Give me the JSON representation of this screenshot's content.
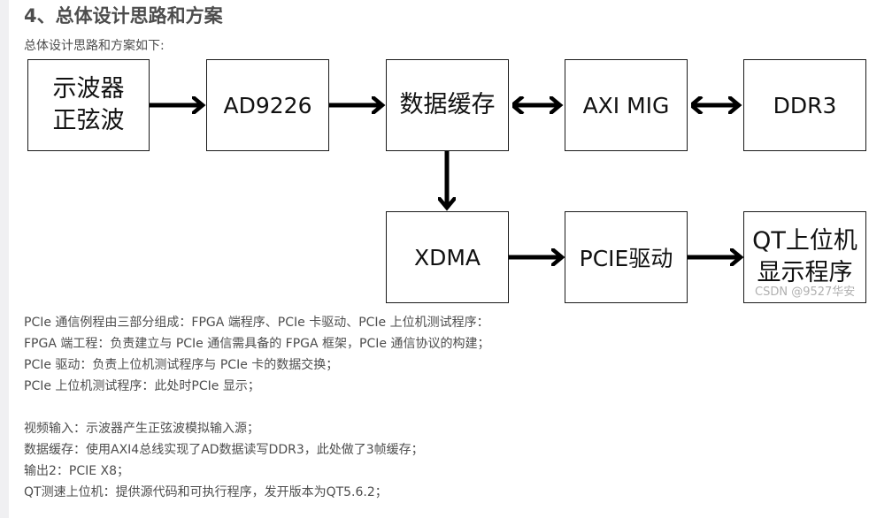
{
  "heading": "4、总体设计思路和方案",
  "intro": "总体设计思路和方案如下:",
  "diagram": {
    "boxes": {
      "oscilloscope": "示波器\n正弦波",
      "ad9226": "AD9226",
      "data_cache": "数据缓存",
      "axi_mig": "AXI MIG",
      "ddr3": "DDR3",
      "xdma": "XDMA",
      "pcie_driver": "PCIE驱动",
      "qt_host": "QT上位机\n显示程序"
    },
    "watermark": "CSDN @9527华安"
  },
  "section1": [
    "PCIe 通信例程由三部分组成：FPGA 端程序、PCIe 卡驱动、PCIe 上位机测试程序：",
    "FPGA 端工程：负责建立与 PCIe 通信需具备的 FPGA 框架，PCIe 通信协议的构建；",
    "PCIe 驱动：负责上位机测试程序与 PCIe 卡的数据交换；",
    "PCIe 上位机测试程序：此处时PCIe 显示；"
  ],
  "section2": [
    "视频输入：示波器产生正弦波模拟输入源；",
    "数据缓存：使用AXI4总线实现了AD数据读写DDR3，此处做了3帧缓存；",
    "输出2：PCIE X8；",
    "QT测速上位机：提供源代码和可执行程序，发开版本为QT5.6.2；"
  ]
}
